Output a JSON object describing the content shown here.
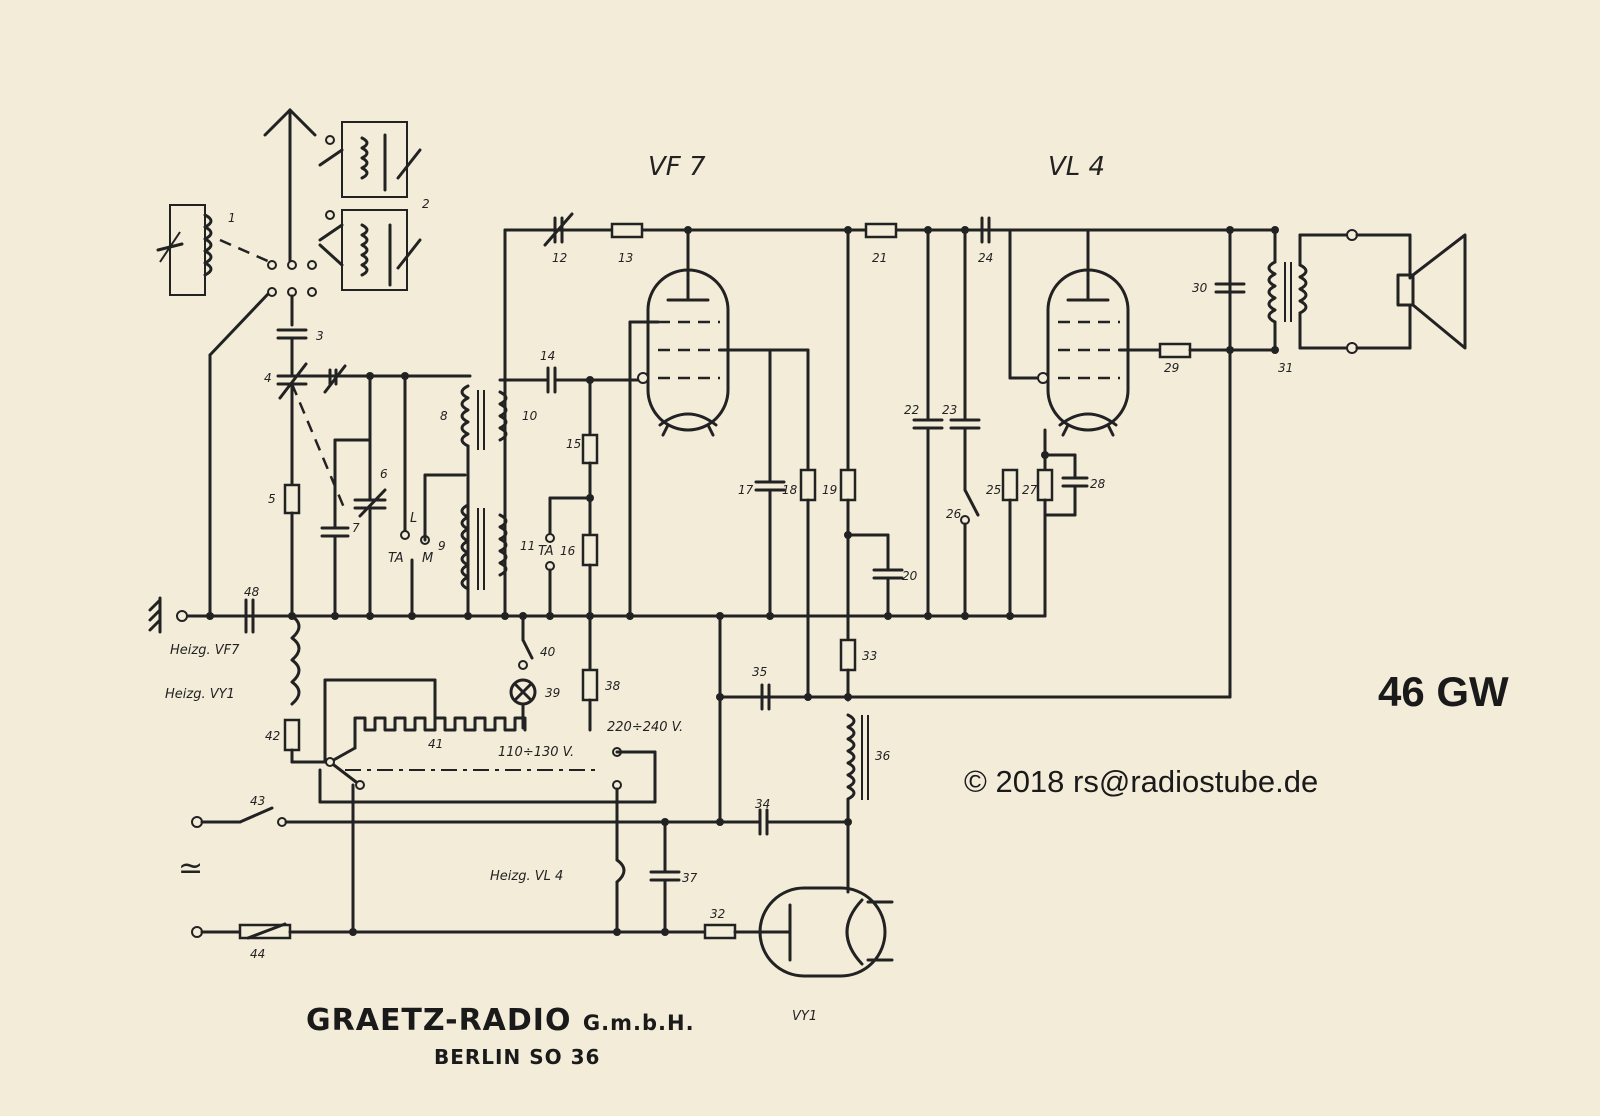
{
  "model": "46 GW",
  "copyright": "© 2018 rs@radiostube.de",
  "manufacturer": {
    "name": "GRAETZ-RADIO",
    "suffix": "G.m.b.H.",
    "city": "BERLIN SO 36"
  },
  "tubes": {
    "rf": "VF 7",
    "output": "VL 4",
    "rectifier": "VY1"
  },
  "labels": {
    "heater_vf7": "Heizg. VF7",
    "heater_vy1": "Heizg. VY1",
    "heater_vl4": "Heizg. VL 4",
    "volt_high": "220÷240 V.",
    "volt_low": "110÷130 V.",
    "mains_symbol": "≃",
    "switch_ta": "TA",
    "switch_m": "M",
    "switch_l": "L",
    "ta_16": "TA"
  },
  "components": {
    "c1": "1",
    "c2": "2",
    "c3": "3",
    "c4": "4",
    "c5": "5",
    "c6": "6",
    "c7": "7",
    "c8": "8",
    "c9": "9",
    "c10": "10",
    "c11": "11",
    "c12": "12",
    "c13": "13",
    "c14": "14",
    "c15": "15",
    "c16": "16",
    "c17": "17",
    "c18": "18",
    "c19": "19",
    "c20": "20",
    "c21": "21",
    "c22": "22",
    "c23": "23",
    "c24": "24",
    "c25": "25",
    "c26": "26",
    "c27": "27",
    "c28": "28",
    "c29": "29",
    "c30": "30",
    "c31": "31",
    "c32": "32",
    "c33": "33",
    "c34": "34",
    "c35": "35",
    "c36": "36",
    "c37": "37",
    "c38": "38",
    "c39": "39",
    "c40": "40",
    "c41": "41",
    "c42": "42",
    "c43": "43",
    "c44": "44",
    "c48": "48"
  }
}
